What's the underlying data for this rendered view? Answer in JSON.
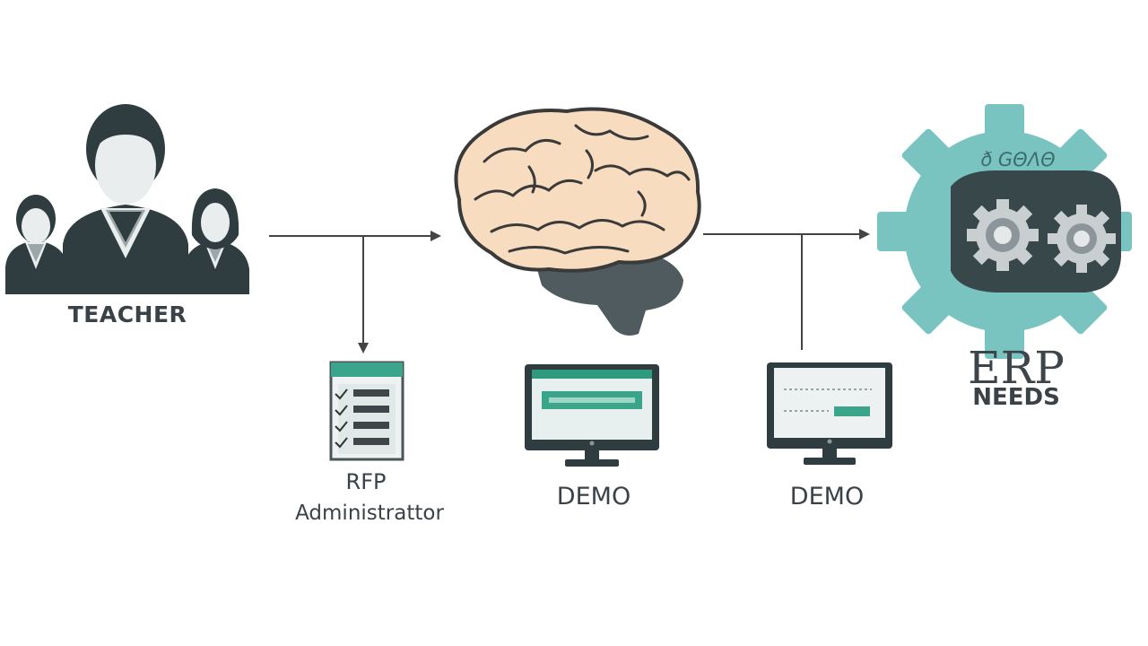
{
  "labels": {
    "teacher": "TEACHER",
    "rfp_line1": "RFP",
    "rfp_line2": "Administrattor",
    "demo_center": "DEMO",
    "demo_right": "DEMO",
    "erp_line1": "ERP",
    "erp_line2": "NEEDS",
    "gear_caption": "ð GΘΛΘ"
  },
  "icons": {
    "people": "people-group-icon",
    "brain": "brain-icon",
    "checklist": "checklist-icon",
    "monitor_center": "monitor-icon",
    "monitor_right": "monitor-icon",
    "gears": "gears-icon"
  },
  "colors": {
    "dark": "#2f3d40",
    "teal": "#79c4c0",
    "green": "#3aa58a",
    "brain": "#f8dcbf",
    "arrow": "#444444"
  }
}
